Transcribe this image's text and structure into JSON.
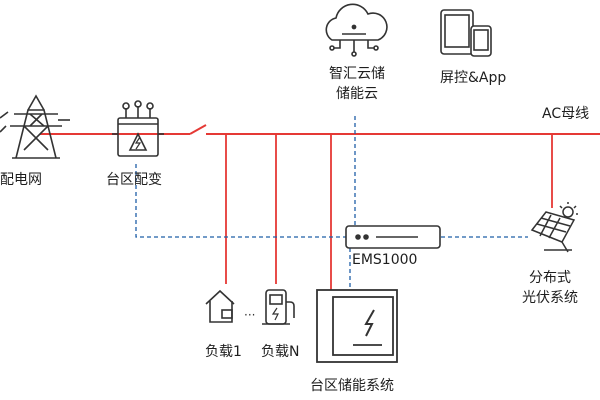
{
  "labels": {
    "distribution_grid": "配电网",
    "transformer": "台区配变",
    "cloud_line1": "智汇云储",
    "cloud_line2": "储能云",
    "screen_app": "屏控&App",
    "ac_bus": "AC母线",
    "ems": "EMS1000",
    "pv_line1": "分布式",
    "pv_line2": "光伏系统",
    "load_1": "负载1",
    "load_n": "负载N",
    "storage_system": "台区储能系统",
    "ellipsis": "···"
  },
  "colors": {
    "ac_bus_line": "#e53935",
    "comm_line": "#1f5fa8",
    "icon_stroke": "#333333",
    "text": "#1e1e1e"
  },
  "icons": [
    "power-tower-icon",
    "transformer-icon",
    "cloud-server-icon",
    "tablet-phone-icon",
    "ems-device-icon",
    "solar-panel-icon",
    "house-icon",
    "ev-charger-icon",
    "battery-cabinet-icon"
  ]
}
